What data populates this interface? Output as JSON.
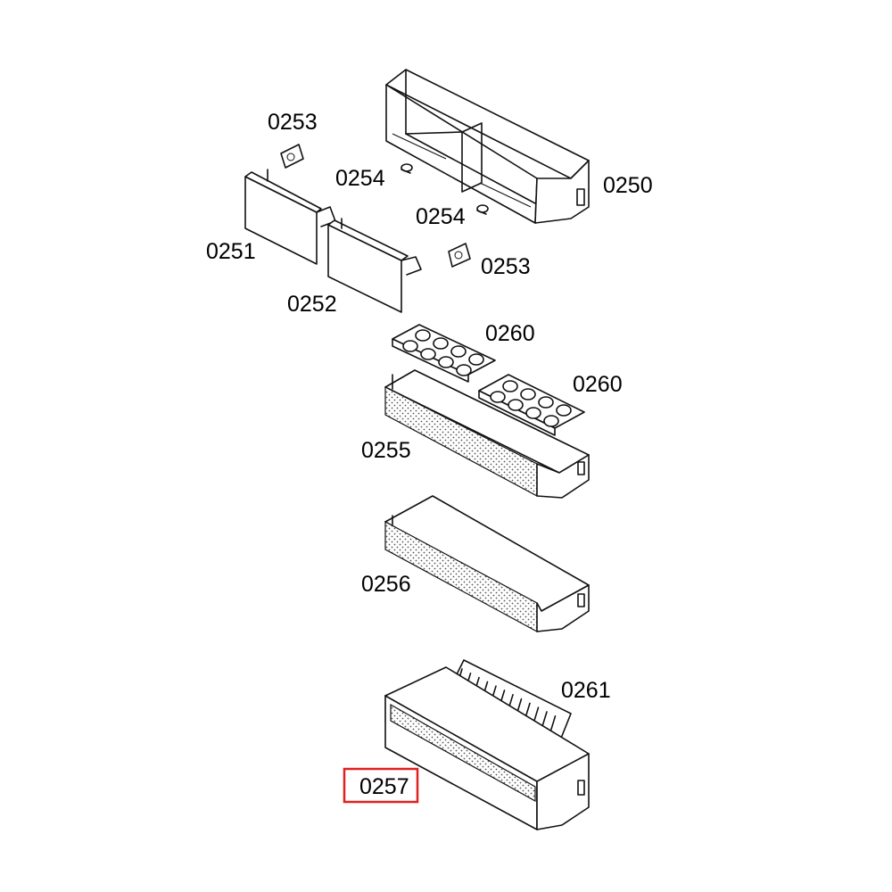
{
  "diagram": {
    "labels": {
      "p0250": "0250",
      "p0251": "0251",
      "p0252": "0252",
      "p0253a": "0253",
      "p0253b": "0253",
      "p0254a": "0254",
      "p0254b": "0254",
      "p0255": "0255",
      "p0256": "0256",
      "p0257": "0257",
      "p0260a": "0260",
      "p0260b": "0260",
      "p0261": "0261"
    },
    "highlight_color": "#e02020",
    "highlighted_part": "0257"
  }
}
